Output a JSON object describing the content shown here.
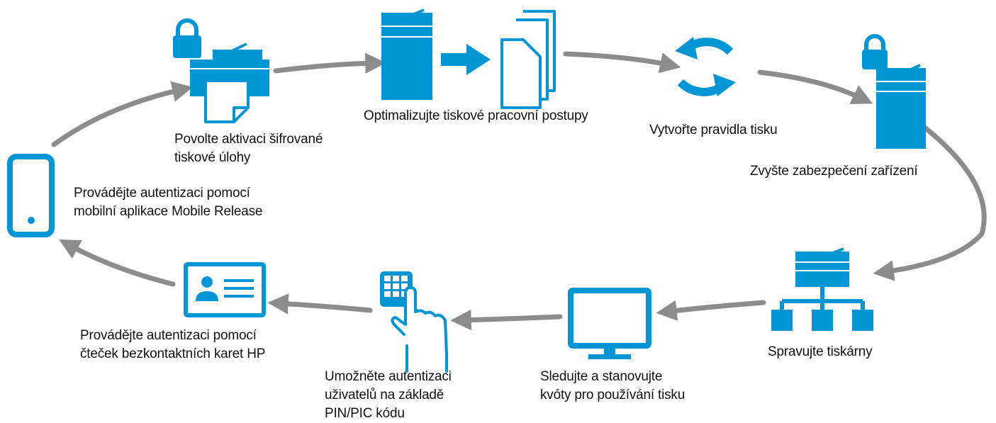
{
  "colors": {
    "icon": "#0096d6",
    "arrow": "#8c8c8c",
    "text": "#111111",
    "background": "#ffffff"
  },
  "steps": [
    {
      "id": "encrypted-print",
      "icon": "printer-lock-icon",
      "label": [
        "Povolte aktivaci šifrované",
        "tiskové úlohy"
      ]
    },
    {
      "id": "optimize-workflow",
      "icon": "scanner-to-documents-icon",
      "label": [
        "Optimalizujte tiskové pracovní postupy"
      ]
    },
    {
      "id": "print-rules",
      "icon": "refresh-cycle-icon",
      "label": [
        "Vytvořte pravidla tisku"
      ]
    },
    {
      "id": "device-security",
      "icon": "locked-printer-icon",
      "label": [
        "Zvyšte zabezpečení zařízení"
      ]
    },
    {
      "id": "manage-printers",
      "icon": "printer-network-icon",
      "label": [
        "Spravujte tiskárny"
      ]
    },
    {
      "id": "quotas",
      "icon": "monitor-icon",
      "label": [
        "Sledujte a stanovujte",
        "kvóty pro používání tisku"
      ]
    },
    {
      "id": "pin-auth",
      "icon": "keypad-hand-icon",
      "label": [
        "Umožněte autentizaci",
        "uživatelů na základě",
        "PIN/PIC kódu"
      ]
    },
    {
      "id": "card-auth",
      "icon": "id-card-icon",
      "label": [
        "Provádějte autentizaci pomocí",
        "čteček bezkontaktních karet HP"
      ]
    },
    {
      "id": "mobile-auth",
      "icon": "smartphone-icon",
      "label": [
        "Provádějte autentizaci pomocí",
        "mobilní aplikace Mobile Release"
      ]
    }
  ]
}
